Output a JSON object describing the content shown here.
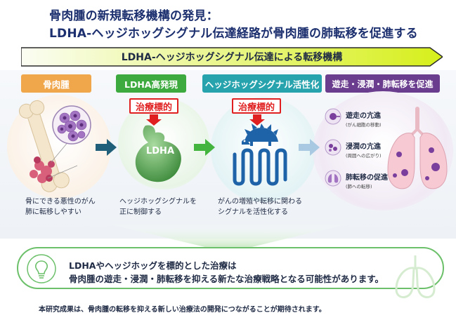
{
  "title": {
    "line1": "骨肉腫の新規転移機構の発見：",
    "line2": "LDHA-ヘッジホッグシグナル伝達経路が骨肉腫の肺転移を促進する"
  },
  "banner": {
    "label": "LDHA-ヘッジホッグシグナル伝達による転移機構"
  },
  "stages": [
    {
      "label": "骨肉腫",
      "caption": [
        "骨にできる悪性のがん",
        "肺に転移しやすい"
      ]
    },
    {
      "label": "LDHA高発現",
      "caption": [
        "ヘッジホッグシグナルを",
        "正に制御する"
      ]
    },
    {
      "label": "ヘッジホッグシグナル活性化",
      "caption": [
        "がんの増殖や転移に関わる",
        "シグナルを活性化する"
      ]
    },
    {
      "label": "遊走・浸潤・肺転移を促進"
    }
  ],
  "target_label": "治療標的",
  "ldha_text": "LDHA",
  "effects": [
    {
      "label": "遊走の亢進",
      "sub": "(がん細胞の移動)"
    },
    {
      "label": "浸潤の亢進",
      "sub": "(周囲への広がり)"
    },
    {
      "label": "肺転移の促進",
      "sub": "(肺への転移)"
    }
  ],
  "callout": {
    "line1": "LDHAやヘッジホッグを標的とした治療は",
    "line2": "骨肉腫の遊走・浸潤・肺転移を抑える新たな治療戦略となる可能性があります。"
  },
  "footer": "本研究成果は、骨肉腫の転移を抑える新しい治療法の開発につながることが期待されます。",
  "colors": {
    "title": "#1c2f6e",
    "banner_start": "#f7fbe9",
    "banner_end": "#d6ef1a",
    "osteosarcoma": "#f0a64b",
    "ldha": "#3caa3e",
    "hedgehog": "#27a3ad",
    "metastasis": "#6b3d8f",
    "target": "#e02020",
    "callout_border": "#6cc06a"
  },
  "icons": [
    "bone-icon",
    "tumor-cells-icon",
    "ldha-protein-icon",
    "hedgehog-icon",
    "receptor-icon",
    "lightbulb-icon",
    "lungs-icon",
    "arrow-right-icon",
    "arrow-down-icon"
  ]
}
